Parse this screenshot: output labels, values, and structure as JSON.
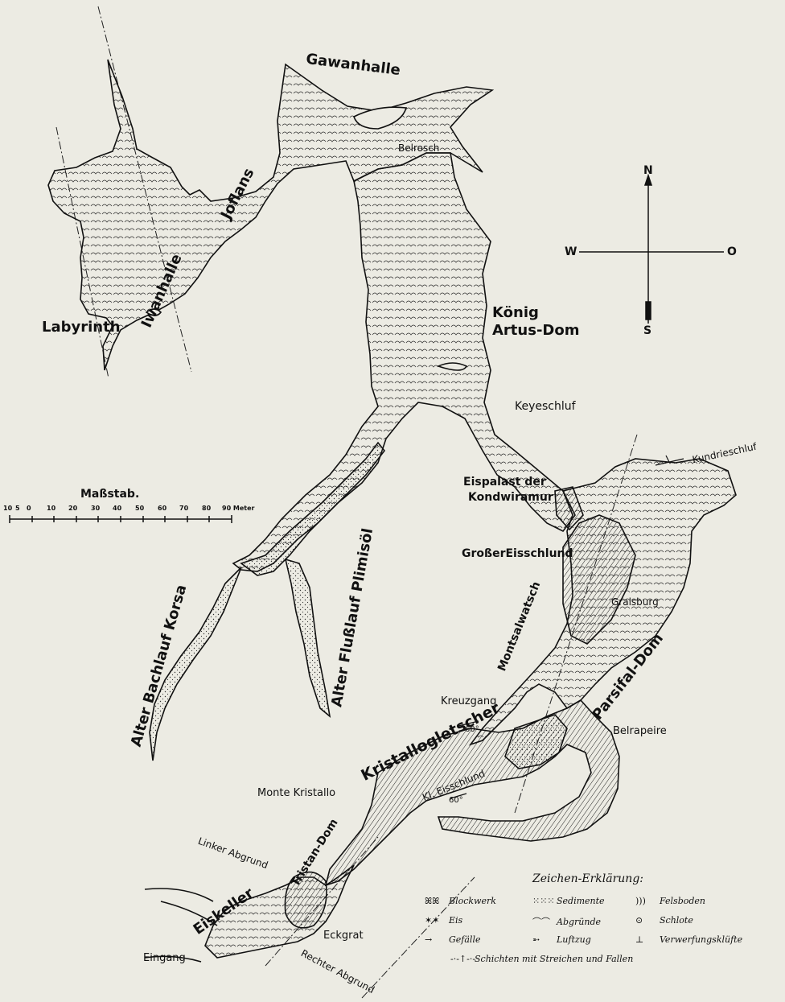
{
  "labels": {
    "gawanhalle": "Gawanhalle",
    "belrosch": "Belrosch",
    "joflans": "Joflans",
    "labyrinth": "Labyrinth",
    "iwanhalle": "Iwanhalle",
    "koenig1": "König",
    "koenig2": "Artus-Dom",
    "keyeschluf": "Keyeschluf",
    "kundrieschluf": "Kundrieschluf",
    "eispalast1": "Eispalast der",
    "eispalast2": "Kondwiramur",
    "grosser_eisschlund": "GroßerEisschlund",
    "montsalwatsch": "Montsalwatsch",
    "gralsburg": "Gralsburg",
    "parsifal_dom": "Parsifal-Dom",
    "kreuzgang": "Kreuzgang",
    "belrapeire": "Belrapeire",
    "kristallogletscher": "Kristallogletscher",
    "kl_eisschlund": "Kl. Eisschlund",
    "monte_kristallo": "Monte Kristallo",
    "tristan_dom": "Tristan-Dom",
    "linker_abgrund": "Linker Abgrund",
    "eiskeller": "Eiskeller",
    "eckgrat": "Eckgrat",
    "eingang": "Eingang",
    "rechter_abgrund": "Rechter Abgrund",
    "alter_bachlauf": "Alter Bachlauf Korsa",
    "alter_flusslauf": "Alter Flußlauf Plimisöl",
    "dip_60a": "60°",
    "dip_60b": "60°"
  },
  "compass": {
    "n": "N",
    "s": "S",
    "w": "W",
    "o": "O"
  },
  "scale": {
    "title": "Maßstab.",
    "ticks": [
      "10",
      "5",
      "0",
      "10",
      "20",
      "30",
      "40",
      "50",
      "60",
      "70",
      "80",
      "90 Meter"
    ]
  },
  "legend": {
    "title": "Zeichen-Erklärung:",
    "items": [
      {
        "symbol": "ꕤꕤ",
        "label": "Blockwerk"
      },
      {
        "symbol": "⁙⁙⁙",
        "label": "Sedimente"
      },
      {
        "symbol": ")))",
        "label": "Felsboden"
      },
      {
        "symbol": "✶✶",
        "label": "Eis"
      },
      {
        "symbol": "⌒⌒",
        "label": "Abgründe"
      },
      {
        "symbol": "⊙",
        "label": "Schlote"
      },
      {
        "symbol": "→",
        "label": "Gefälle"
      },
      {
        "symbol": "➵",
        "label": "Luftzug"
      },
      {
        "symbol": "⊥",
        "label": "Verwerfungsklüfte"
      },
      {
        "symbol": "-·-↑-·-",
        "label": "Schichten mit Streichen und Fallen"
      }
    ]
  }
}
